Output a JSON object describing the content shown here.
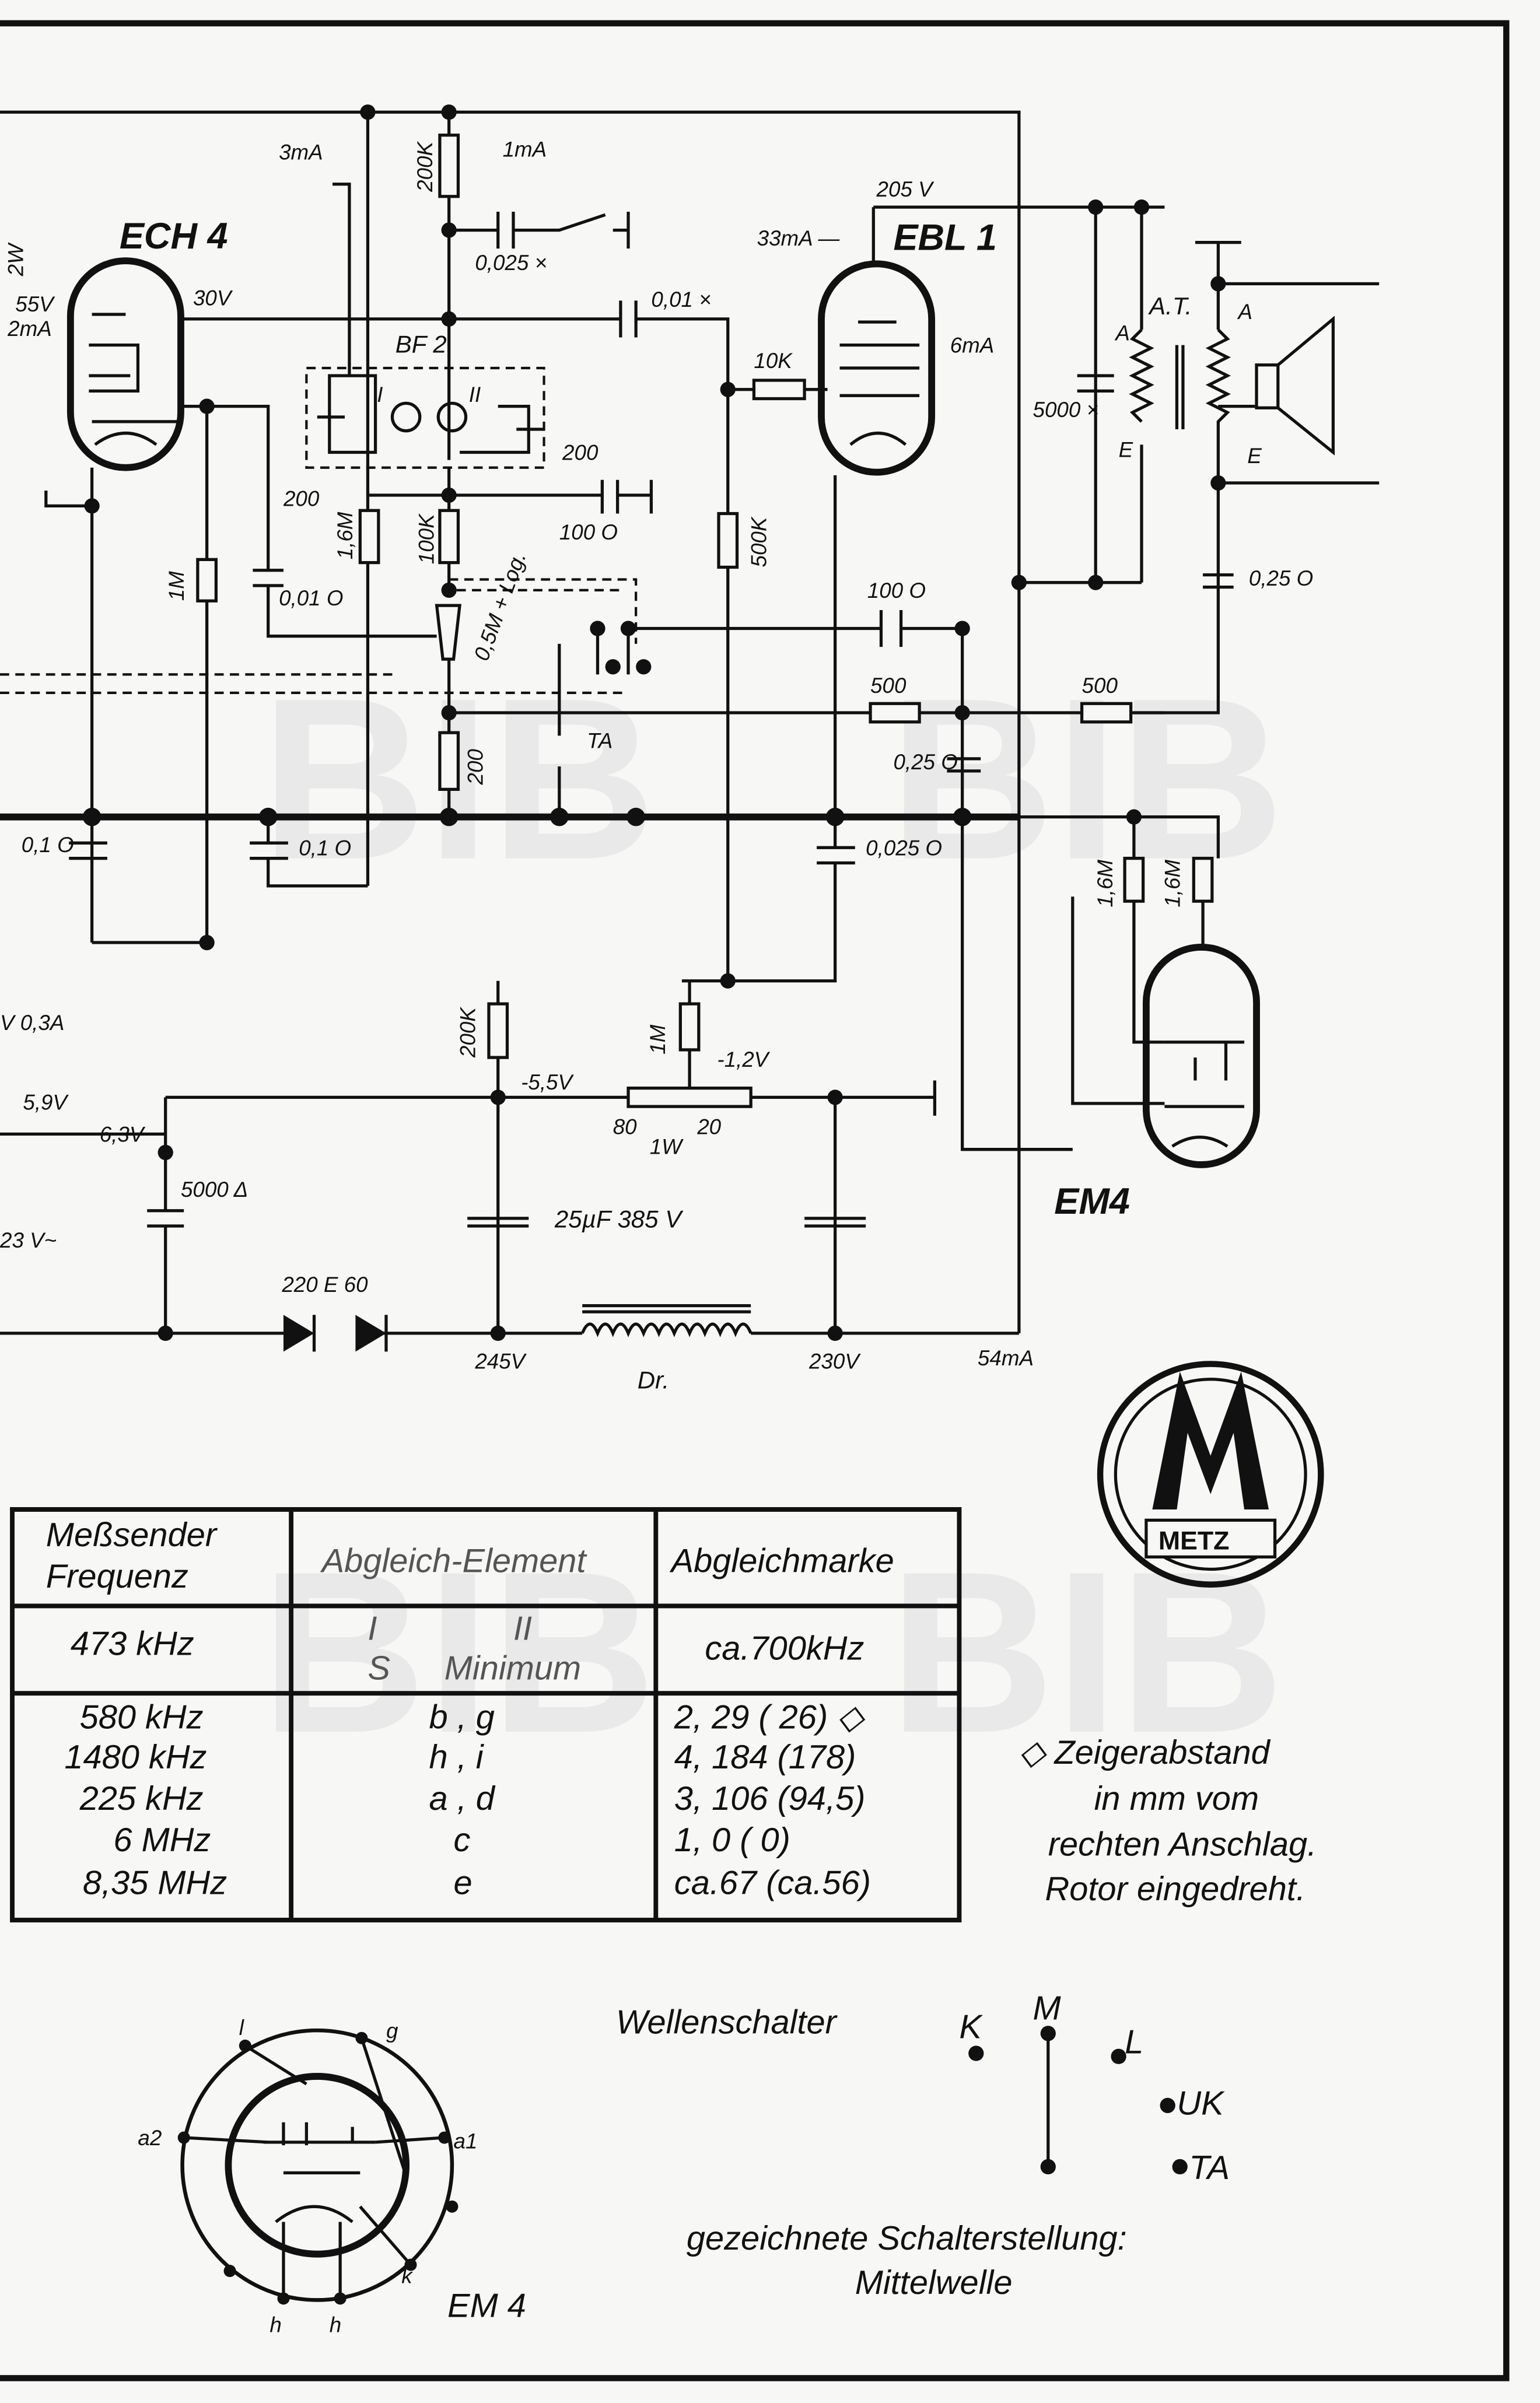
{
  "tubes": {
    "ech4": "ECH 4",
    "ebl1": "EBL 1",
    "em4": "EM4",
    "bf2": "BF 2",
    "coil1": "I",
    "coil2": "II",
    "at": "A.T."
  },
  "labels": {
    "r200k_top": "200K",
    "i1ma": "1mA",
    "i3ma": "3mA",
    "c0025x": "0,025 ×",
    "v205": "205 V",
    "i33ma": "33mA —",
    "w2": "2W",
    "v55": "55V",
    "i2ma": "2mA",
    "v30": "30V",
    "c001x": "0,01 ×",
    "c200a": "200",
    "c200b": "200",
    "r10k": "10K",
    "i6ma": "6mA",
    "a1": "A",
    "a2": "A",
    "e1": "E",
    "e2": "E",
    "c5000x": "5000 ×",
    "r16m": "1,6M",
    "r100k": "100K",
    "c100o": "100 O",
    "r500k": "500K",
    "r1m": "1M",
    "c001o": "0,01 O",
    "pot": "0,5M + Log.",
    "c100o2": "100 O",
    "c025o": "0,25 O",
    "r500a": "500",
    "r500b": "500",
    "ta": "TA",
    "r200": "200",
    "c025o2": "0,25 O",
    "c01a": "0,1 O",
    "c01b": "0,1 O",
    "c0025o": "0,025 O",
    "r16m2": "1,6M",
    "r16m3": "1,6M",
    "r200k2": "200K",
    "r1m2": "1M",
    "v12": "-1,2V",
    "v55b": "-5,5V",
    "p80": "80",
    "p1w": "1W",
    "p20": "20",
    "v03a": "V 0,3A",
    "v59": "5,9V",
    "v63": "6,3V",
    "c5000d": "5000 Δ",
    "v23": "23 V~",
    "elko": "25µF  385 V",
    "rect": "220 E 60",
    "v245": "245V",
    "dr": "Dr.",
    "v230": "230V",
    "i54": "54mA"
  },
  "logo": {
    "text": "METZ"
  },
  "watermark": "BIB",
  "table": {
    "headers": [
      "Meßsender Frequenz",
      "Abgleich-Element",
      "Abgleichmarke"
    ],
    "if_row": {
      "freq": "473  kHz",
      "el_i": "I",
      "el_ii": "II",
      "el_s": "S",
      "el_min": "Minimum",
      "mark": "ca.700kHz"
    },
    "rows": [
      {
        "freq": "580 kHz",
        "el": "b , g",
        "mark": "2,  29  ( 26)  ◇"
      },
      {
        "freq": "1480 kHz",
        "el": "h , i",
        "mark": "4, 184 (178)"
      },
      {
        "freq": "225 kHz",
        "el": "a , d",
        "mark": "3, 106  (94,5)"
      },
      {
        "freq": "6 MHz",
        "el": "c",
        "mark": "1,  0    ( 0)"
      },
      {
        "freq": "8,35 MHz",
        "el": "e",
        "mark": "ca.67  (ca.56)"
      }
    ]
  },
  "note": [
    "◇  Zeigerabstand",
    "in mm vom",
    "rechten Anschlag.",
    "Rotor eingedreht."
  ],
  "socket": {
    "l": "l",
    "g": "g",
    "a2": "a2",
    "a1": "a1",
    "k": "k",
    "h1": "h",
    "h2": "h",
    "title": "EM 4"
  },
  "switch": {
    "title": "Wellenschalter",
    "k": "K",
    "m": "M",
    "l": "L",
    "uk": "UK",
    "ta": "TA",
    "caption1": "gezeichnete  Schalterstellung:",
    "caption2": "Mittelwelle"
  }
}
